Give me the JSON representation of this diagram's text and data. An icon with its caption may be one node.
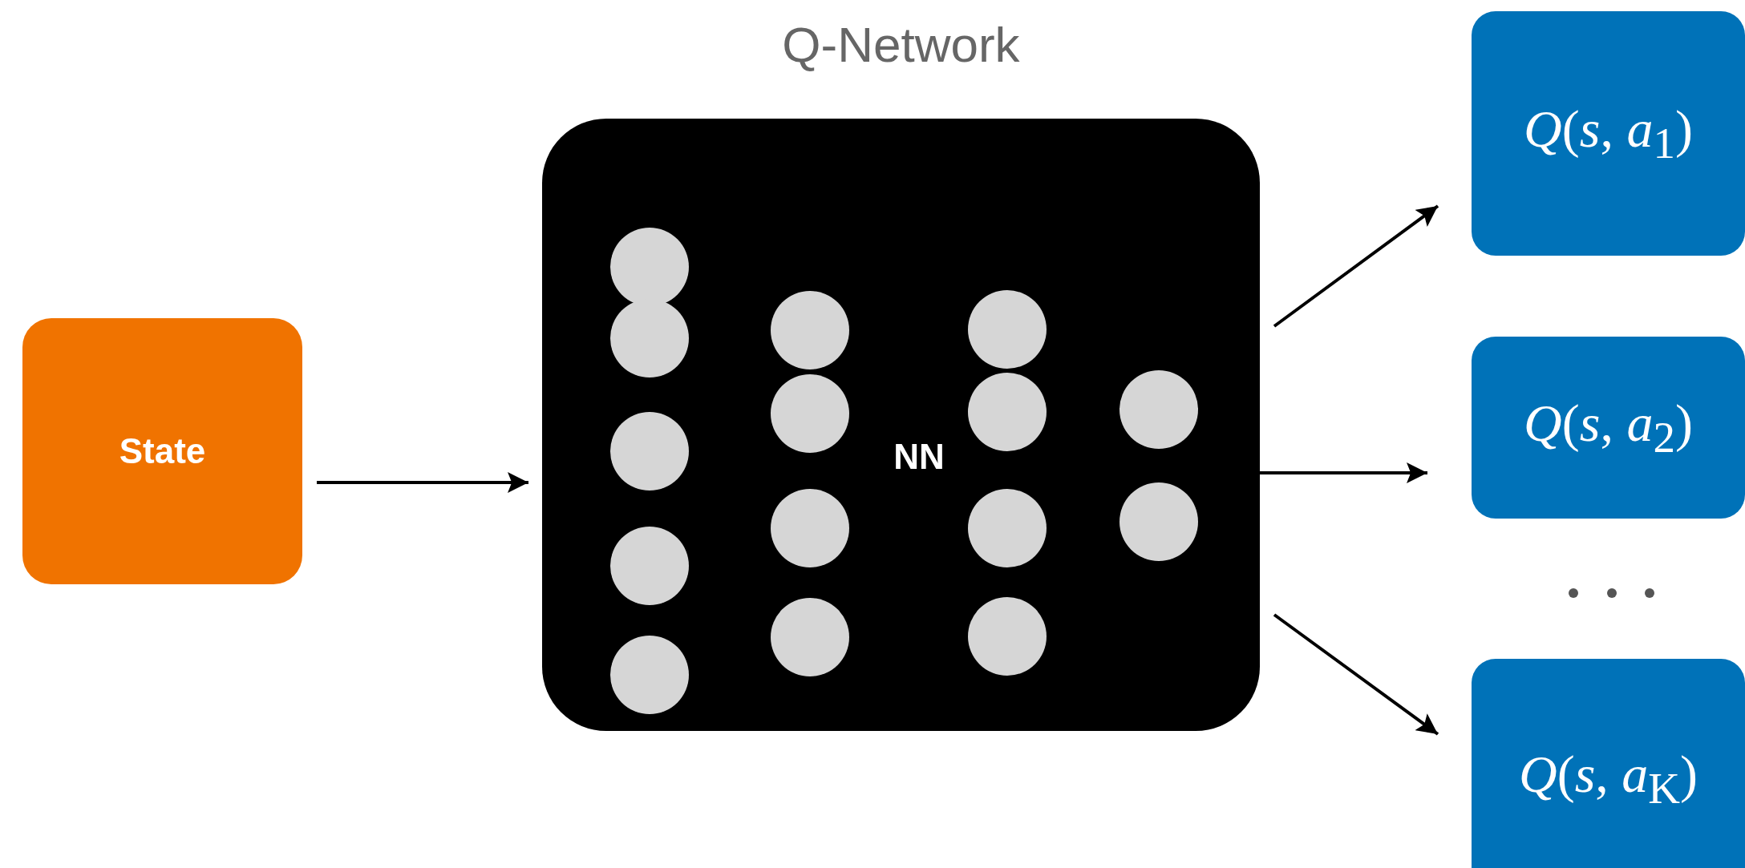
{
  "diagram": {
    "nodes": [
      {
        "text": [
          "State"
        ]
      },
      {
        "text": [
          "Q-Network",
          "NN"
        ]
      },
      {
        "text": [
          "*Q*(*s*, *a*$_{1}$)"
        ]
      },
      {
        "text": [
          "*Q*(*s*, *a*$_{2}$)"
        ]
      },
      {
        "text": [
          "*Q*(*s*, *a*$_{K}$)"
        ]
      }
    ],
    "edges": [
      {
        "from": 0,
        "to": 1,
        "arrow": "to"
      },
      {
        "from": 1,
        "to": 2,
        "arrow": "to"
      },
      {
        "from": 1,
        "to": 3,
        "arrow": "to"
      },
      {
        "from": 1,
        "to": 4,
        "arrow": "to"
      }
    ]
  }
}
